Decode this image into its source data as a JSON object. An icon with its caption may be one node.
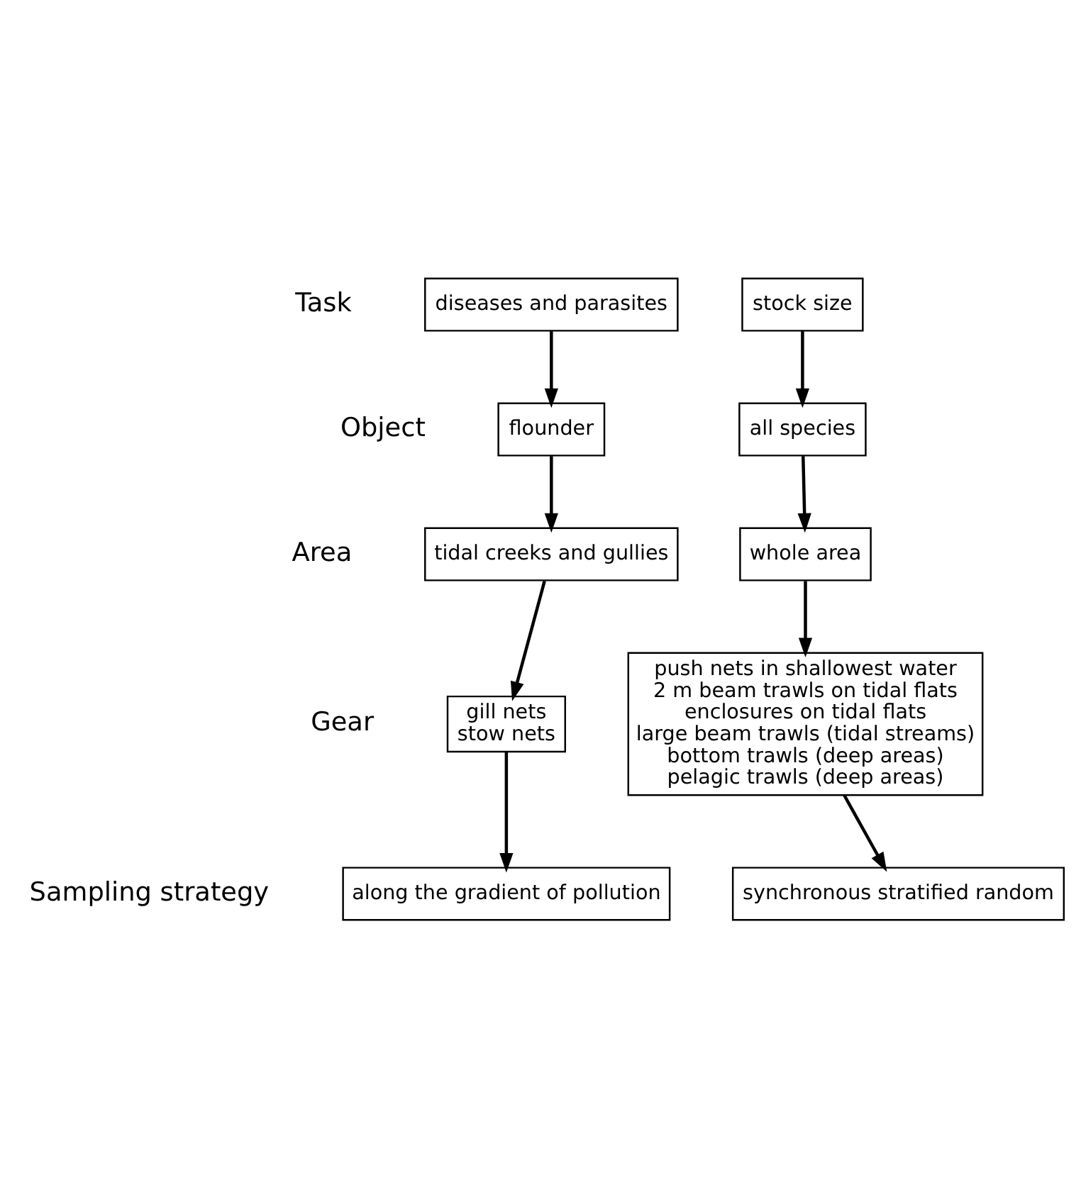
{
  "diagram": {
    "nodes": [
      {
        "text": [
          "diseases and parasites"
        ]
      },
      {
        "text": [
          "stock size"
        ]
      },
      {
        "text": [
          "flounder"
        ]
      },
      {
        "text": [
          "all species"
        ]
      },
      {
        "text": [
          "tidal creeks and gullies"
        ]
      },
      {
        "text": [
          "whole area"
        ]
      },
      {
        "text": [
          "gill nets",
          "stow nets"
        ]
      },
      {
        "text": [
          "push nets in shallowest water",
          "2 m beam trawls on tidal flats",
          "enclosures on tidal flats",
          "large beam trawls (tidal streams)",
          "bottom trawls (deep areas)",
          "pelagic trawls (deep areas)"
        ]
      },
      {
        "text": [
          "along the gradient of pollution"
        ]
      },
      {
        "text": [
          "synchronous stratified random"
        ]
      }
    ],
    "edges": [
      {
        "from": 0,
        "to": 2,
        "arrow": "to"
      },
      {
        "from": 2,
        "to": 4,
        "arrow": "to"
      },
      {
        "from": 4,
        "to": 6,
        "arrow": "to"
      },
      {
        "from": 6,
        "to": 8,
        "arrow": "to"
      },
      {
        "from": 1,
        "to": 3,
        "arrow": "to"
      },
      {
        "from": 3,
        "to": 5,
        "arrow": "to"
      },
      {
        "from": 5,
        "to": 7,
        "arrow": "to"
      },
      {
        "from": 7,
        "to": 9,
        "arrow": "to"
      }
    ],
    "labels": [
      "Task",
      "Object",
      "Area",
      "Gear",
      "Sampling strategy"
    ]
  }
}
